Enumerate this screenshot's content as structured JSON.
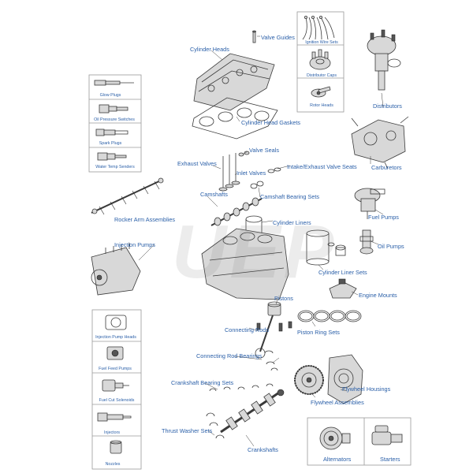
{
  "watermark": "UEP",
  "colors": {
    "label": "#2a5fa8",
    "line": "#3a3a3a",
    "box_border": "#9a9a9a"
  },
  "labels": {
    "valve_guides": "Valve Guides",
    "cylinder_heads": "Cylinder Heads",
    "cylinder_head_gaskets": "Cylinder Head Gaskets",
    "distributors": "Distributors",
    "carburetors": "Carburetors",
    "valve_seals": "Valve Seals",
    "exhaust_valves": "Exhaust Valves",
    "inlet_valves": "Inlet Valves",
    "intake_exhaust_valve_seats": "Intake/Exhaust Valve Seats",
    "camshafts": "Camshafts",
    "camshaft_bearing_sets": "Camshaft Bearing Sets",
    "rocker_arm_assemblies": "Rocker Arm Assemblies",
    "cylinder_liners": "Cylinder Liners",
    "fuel_pumps": "Fuel Pumps",
    "oil_pumps": "Oil Pumps",
    "injection_pumps": "Injection Pumps",
    "cylinder_liner_sets": "Cylinder Liner Sets",
    "engine_mounts": "Engine Mounts",
    "pistons": "Pistons",
    "connecting_rods": "Connecting Rods",
    "piston_ring_sets": "Piston Ring Sets",
    "connecting_rod_bearings": "Connecting Rod  Bearings",
    "crankshaft_bearing_sets": "Crankshaft Bearing Sets",
    "flywheel_housings": "Flywheel Housings",
    "flywheel_assemblies": "Flywheel Assemblies",
    "thrust_washer_sets": "Thrust Washer Sets",
    "crankshafts": "Crankshafts"
  },
  "box_ignition": [
    "Ignition Wire Sets",
    "Distributor Caps",
    "Rotor Heads"
  ],
  "box_sensors": [
    "Glow Plugs",
    "Oil Pressure Switches",
    "Spark Plugs",
    "Water Temp Senders"
  ],
  "box_injection": [
    "Injection Pump Heads",
    "Fuel Feed Pumps",
    "Fuel Cut Solenoids",
    "Injectors",
    "Nozzles"
  ],
  "box_electrical": [
    "Alternators",
    "Starters"
  ]
}
